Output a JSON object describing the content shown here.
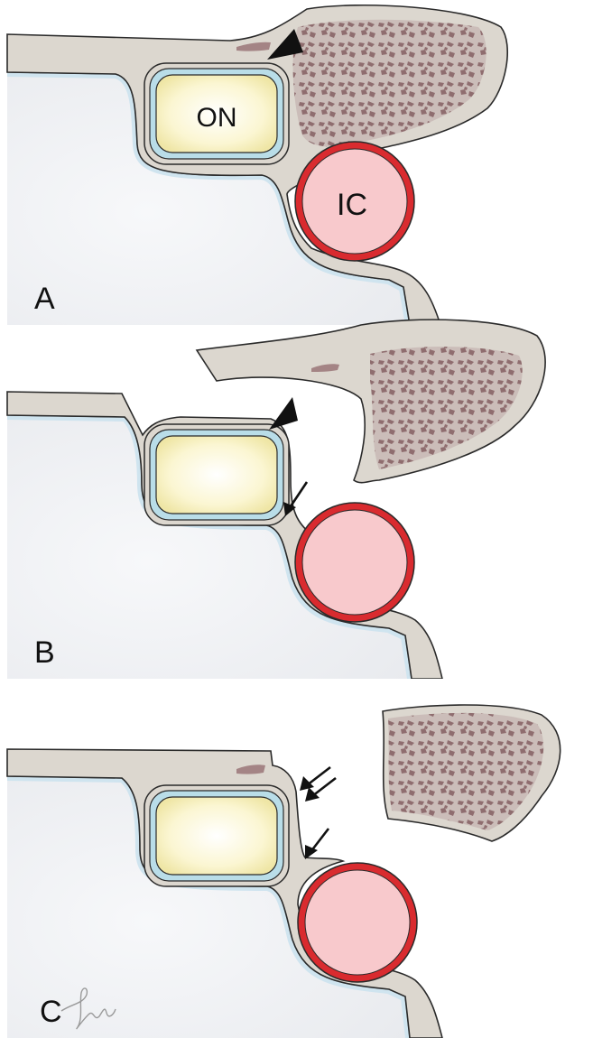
{
  "panels": [
    {
      "id": "A",
      "label": "A",
      "optic_nerve_label": "ON",
      "carotid_label": "IC"
    },
    {
      "id": "B",
      "label": "B"
    },
    {
      "id": "C",
      "label": "C"
    }
  ],
  "colors": {
    "bone": "#dcd7cf",
    "bone_outline": "#2a2a2a",
    "marrow": "#9a7b7b",
    "sinus": "#f1f2f4",
    "mucosa": "#cfe4ef",
    "nerve_core": "#fbf7d6",
    "nerve_sheath": "#b9dde8",
    "artery_fill": "#f8c9cc",
    "artery_wall": "#d92b2f"
  },
  "icons": [
    "arrowhead-icon",
    "arrow-icon",
    "double-arrow-icon",
    "signature-mark"
  ]
}
